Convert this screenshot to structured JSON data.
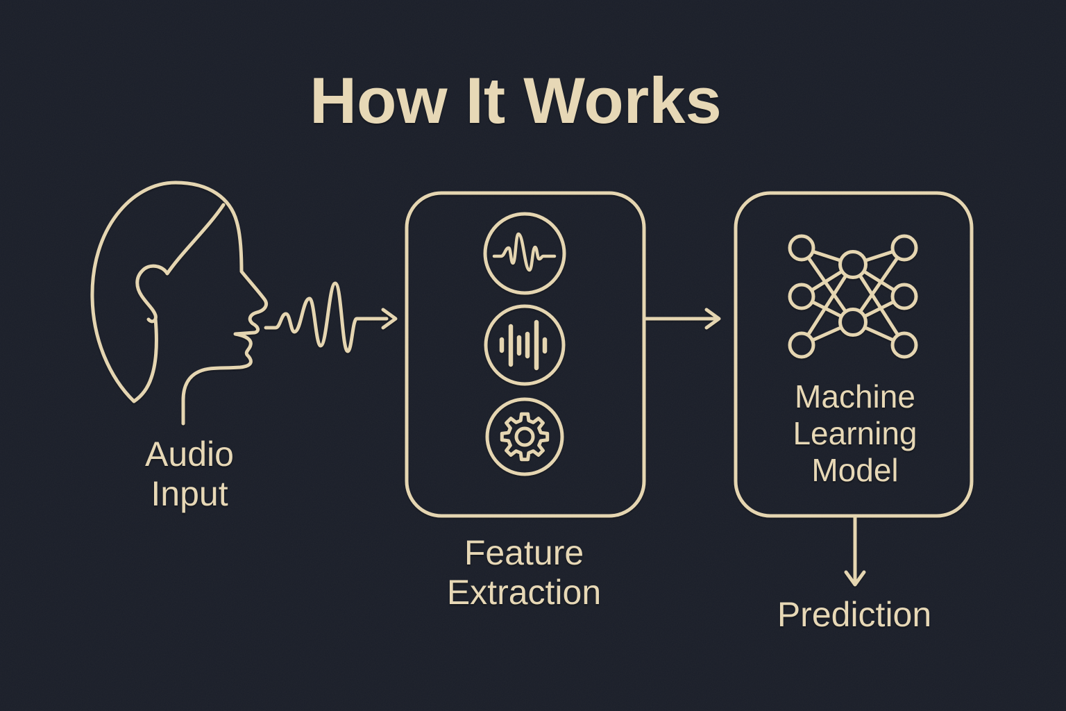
{
  "title": "How It Works",
  "theme": {
    "background": "#1a1e29",
    "stroke": "#e5d5b0",
    "text": "#e7d8b6"
  },
  "stages": {
    "audio_input": {
      "label": [
        "Audio",
        "Input"
      ],
      "icon": "speaking-profile"
    },
    "feature_extraction": {
      "label": [
        "Feature",
        "Extraction"
      ],
      "icons": [
        "pulse-waveform",
        "equalizer-bars",
        "gear"
      ],
      "equalizer_bar_heights": [
        16,
        55,
        23,
        32,
        66,
        17
      ]
    },
    "ml_model": {
      "label": [
        "Machine",
        "Learning",
        "Model"
      ],
      "icon": "neural-network",
      "network_layers": [
        3,
        2,
        3
      ]
    },
    "prediction": {
      "label": "Prediction"
    }
  },
  "flow": [
    {
      "from": "audio-input",
      "to": "feature-extraction",
      "connector": "sound-wave-arrow"
    },
    {
      "from": "feature-extraction",
      "to": "ml-model",
      "connector": "straight-arrow"
    },
    {
      "from": "ml-model",
      "to": "prediction",
      "connector": "down-arrow"
    }
  ]
}
